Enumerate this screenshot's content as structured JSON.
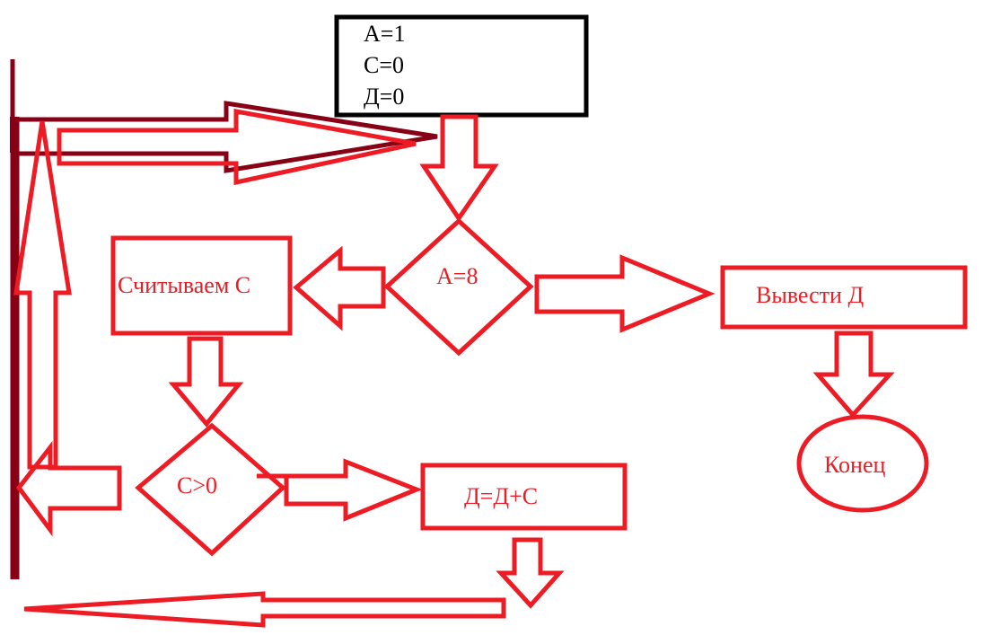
{
  "diagram": {
    "type": "flowchart",
    "colors": {
      "shape_stroke": "#ed1c24",
      "loop_stroke": "#880015",
      "init_box_stroke": "#000000",
      "background": "#ffffff"
    },
    "nodes": {
      "init": {
        "shape": "rectangle",
        "lines": [
          "A=1",
          "C=0",
          "Д=0"
        ]
      },
      "check_a": {
        "shape": "diamond",
        "label": "A=8"
      },
      "read_c": {
        "shape": "rectangle",
        "label": "Считываем С"
      },
      "check_c": {
        "shape": "diamond",
        "label": "C>0"
      },
      "add": {
        "shape": "rectangle",
        "label": "Д=Д+С"
      },
      "output": {
        "shape": "rectangle",
        "label": "Вывести Д"
      },
      "end": {
        "shape": "ellipse",
        "label": "Конец"
      }
    },
    "edges": [
      {
        "from": "init",
        "to": "check_a"
      },
      {
        "from": "check_a",
        "to": "read_c",
        "branch": "no"
      },
      {
        "from": "check_a",
        "to": "output",
        "branch": "yes"
      },
      {
        "from": "read_c",
        "to": "check_c"
      },
      {
        "from": "check_c",
        "to": "add",
        "branch": "yes"
      },
      {
        "from": "check_c",
        "to": "loop-back",
        "branch": "no"
      },
      {
        "from": "add",
        "to": "loop-back"
      },
      {
        "from": "loop-back",
        "to": "check_a"
      },
      {
        "from": "output",
        "to": "end"
      }
    ]
  }
}
